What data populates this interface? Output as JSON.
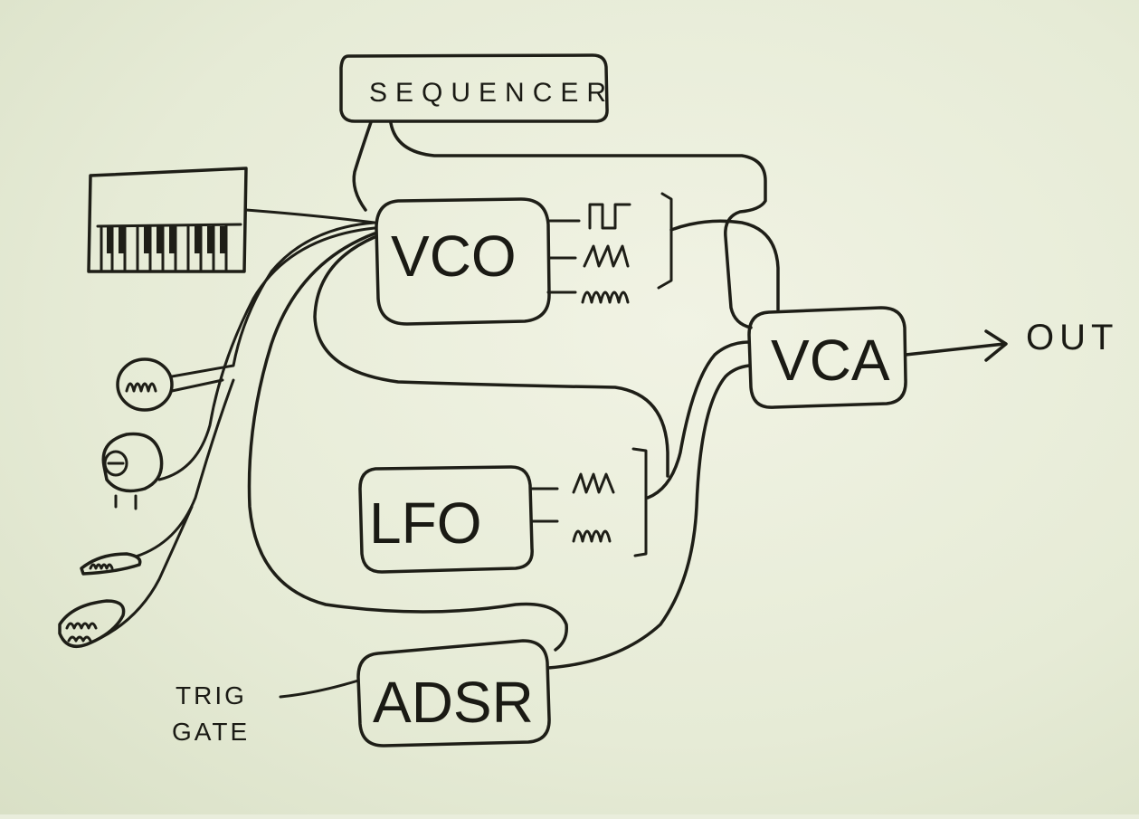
{
  "modules": {
    "sequencer": "SEQUENCER",
    "vco": "VCO",
    "vca": "VCA",
    "lfo": "LFO",
    "adsr": "ADSR"
  },
  "labels": {
    "out": "OUT",
    "trig": "TRIG",
    "gate": "GATE"
  }
}
